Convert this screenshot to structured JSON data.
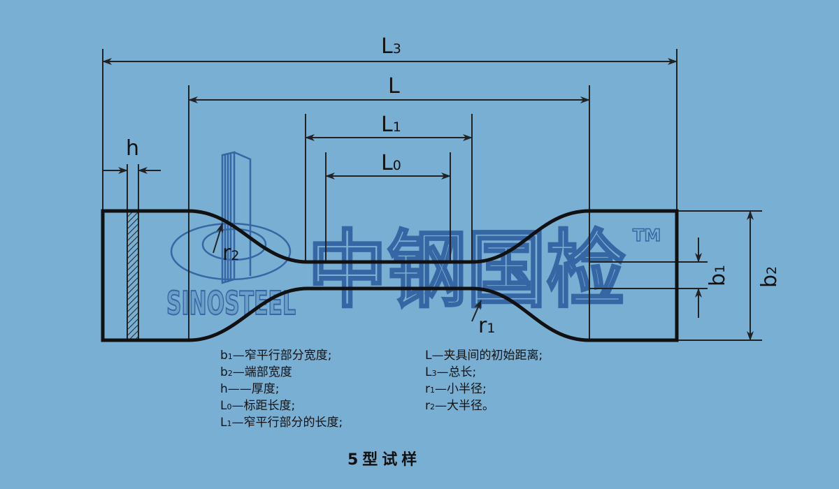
{
  "dimensions": {
    "L3": {
      "main": "L",
      "sub": "3"
    },
    "L": {
      "main": "L"
    },
    "L1": {
      "main": "L",
      "sub": "1"
    },
    "L0": {
      "main": "L",
      "sub": "0"
    },
    "h": {
      "main": "h"
    },
    "b1": {
      "main": "b",
      "sub": "1"
    },
    "b2": {
      "main": "b",
      "sub": "2"
    },
    "r1": {
      "main": "r",
      "sub": "1"
    },
    "r2": {
      "main": "r",
      "sub": "2"
    }
  },
  "watermark": {
    "company_cn": "中钢国检",
    "company_en": "SINOSTEEL",
    "tm": "TM"
  },
  "legend": {
    "left": [
      {
        "sym": "b",
        "sub": "1",
        "text": "—窄平行部分宽度;"
      },
      {
        "sym": "b",
        "sub": "2",
        "text": "—端部宽度"
      },
      {
        "sym": "h",
        "sub": "",
        "text": "——厚度;"
      },
      {
        "sym": "L",
        "sub": "0",
        "text": "—标距长度;"
      },
      {
        "sym": "L",
        "sub": "1",
        "text": "—窄平行部分的长度;"
      }
    ],
    "right": [
      {
        "sym": "L",
        "sub": "",
        "text": "—夹具间的初始距离;"
      },
      {
        "sym": "L",
        "sub": "3",
        "text": "—总长;"
      },
      {
        "sym": "r",
        "sub": "1",
        "text": "—小半径;"
      },
      {
        "sym": "r",
        "sub": "2",
        "text": "—大半径。"
      }
    ]
  },
  "title": "5型试样",
  "colors": {
    "background": "#7aafd4",
    "line": "#111111",
    "watermark": "#2f5f9e"
  }
}
